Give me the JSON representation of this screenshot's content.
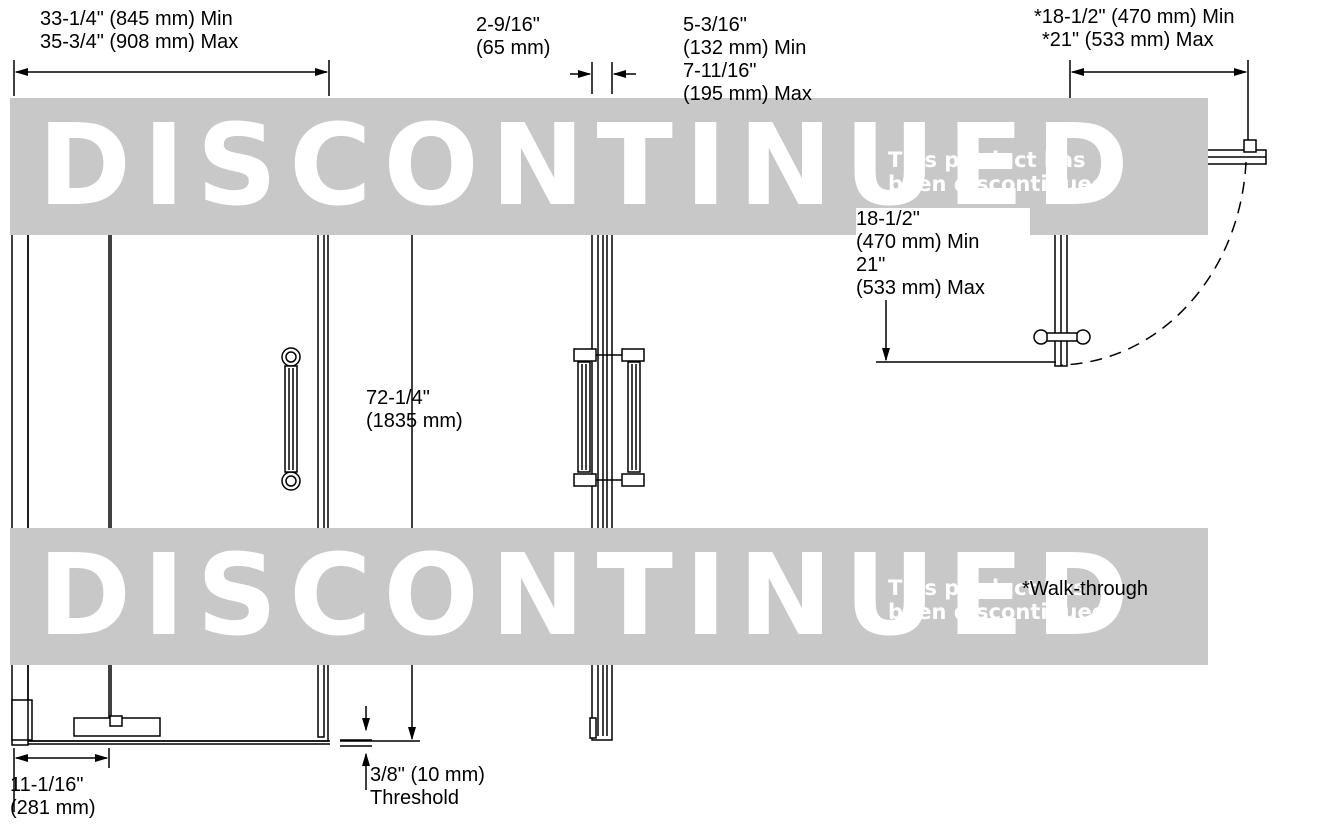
{
  "watermark": {
    "word": "DISCONTINUED",
    "note_line1": "This product has",
    "note_line2": "been discontinued."
  },
  "front_view": {
    "width_min": "33-1/4\" (845 mm) Min",
    "width_max": "35-3/4\" (908 mm) Max",
    "height_in": "72-1/4\"",
    "height_mm": "(1835 mm)",
    "offset_in": "11-1/16\"",
    "offset_mm": "(281 mm)",
    "threshold_dim": "3/8\" (10 mm)",
    "threshold_label": "Threshold"
  },
  "side_view": {
    "depth_in": "2-9/16\"",
    "depth_mm": "(65 mm)"
  },
  "plan_view": {
    "offset_min_in": "5-3/16\"",
    "offset_min_mm": "(132 mm) Min",
    "offset_max_in": "7-11/16\"",
    "offset_max_mm": "(195 mm) Max",
    "swing_min": "*18-1/2\" (470 mm) Min",
    "swing_max": "*21\" (533 mm) Max",
    "inner_min_in": "18-1/2\"",
    "inner_min_mm": "(470 mm) Min",
    "inner_max_in": "21\"",
    "inner_max_mm": "(533 mm) Max",
    "footnote": "*Walk-through"
  },
  "colors": {
    "watermark_band": "#c8c8c8",
    "watermark_text": "#ffffff",
    "line": "#000000"
  }
}
